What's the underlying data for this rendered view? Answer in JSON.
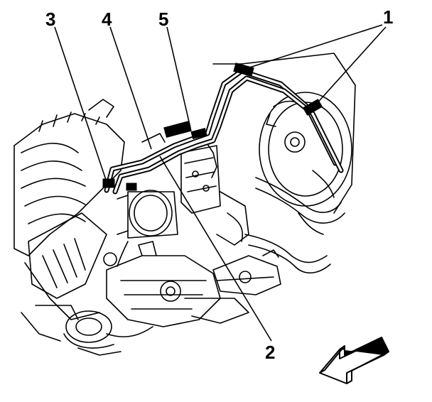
{
  "diagram": {
    "callouts": [
      {
        "id": "1",
        "label": "1"
      },
      {
        "id": "2",
        "label": "2"
      },
      {
        "id": "3",
        "label": "3"
      },
      {
        "id": "4",
        "label": "4"
      },
      {
        "id": "5",
        "label": "5"
      }
    ],
    "colors": {
      "ink": "#000000",
      "background": "#ffffff"
    },
    "icons": [
      "direction-arrow-icon"
    ]
  }
}
